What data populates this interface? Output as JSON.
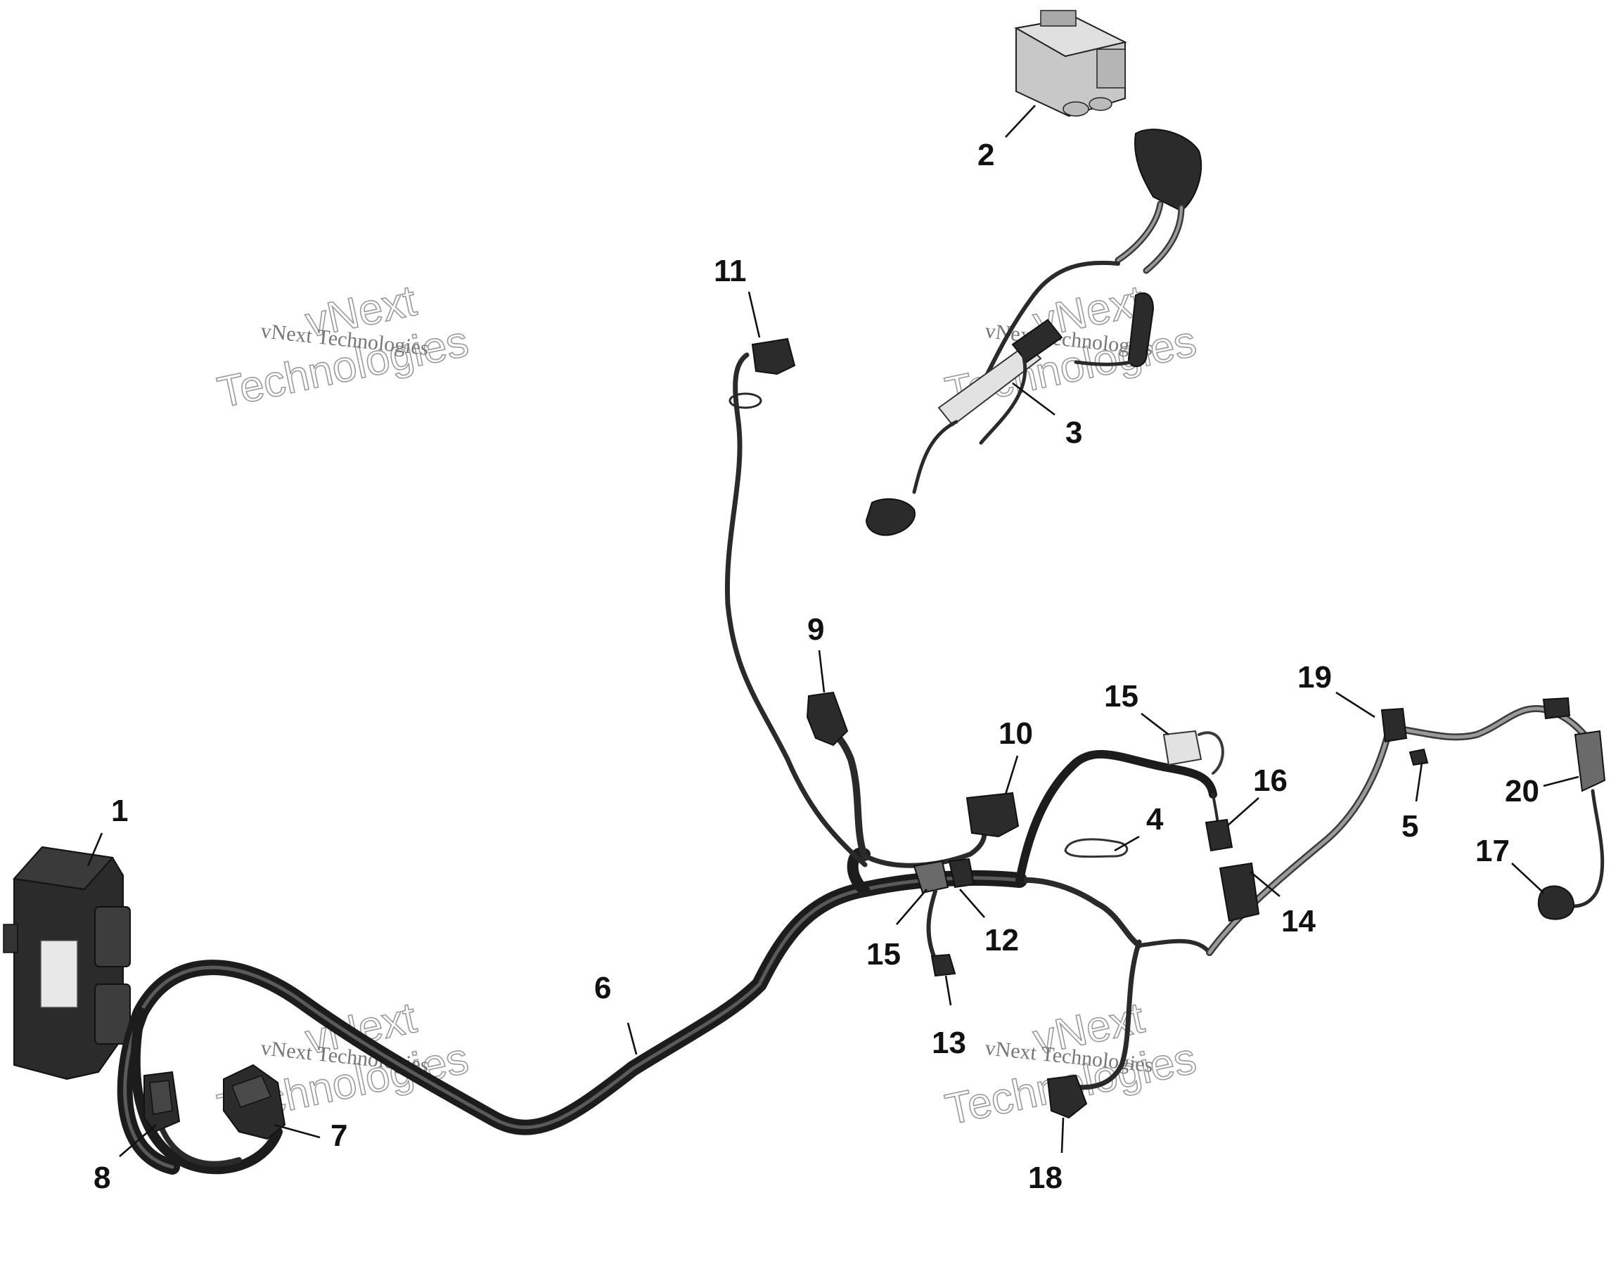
{
  "diagram": {
    "callouts": {
      "c1": "1",
      "c2": "2",
      "c3": "3",
      "c4": "4",
      "c5": "5",
      "c6": "6",
      "c7": "7",
      "c8": "8",
      "c9": "9",
      "c10": "10",
      "c11": "11",
      "c12": "12",
      "c13": "13",
      "c14": "14",
      "c15a": "15",
      "c15b": "15",
      "c16": "16",
      "c17": "17",
      "c18": "18",
      "c19": "19",
      "c20": "20"
    },
    "watermark": {
      "line1": "vNext",
      "line2": "Technologies",
      "line_small": "vNext Technologies"
    }
  }
}
